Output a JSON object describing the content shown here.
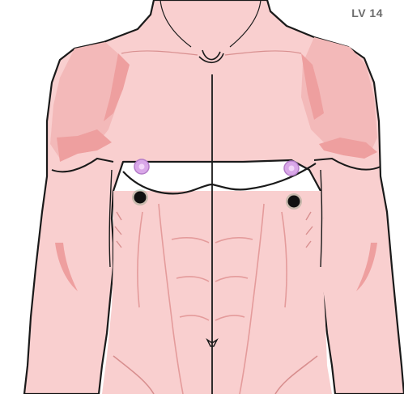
{
  "diagram": {
    "point_label": "LV 14",
    "subject": "front-torso-male",
    "markers": [
      {
        "id": "acupoint-left",
        "kind": "acupuncture-point",
        "color": "#111111"
      },
      {
        "id": "acupoint-right",
        "kind": "acupuncture-point",
        "color": "#111111"
      },
      {
        "id": "nipple-left",
        "kind": "nipple",
        "color": "#c88fd8"
      },
      {
        "id": "nipple-right",
        "kind": "nipple",
        "color": "#c88fd8"
      }
    ],
    "colors": {
      "skin": "#f9cfcf",
      "shadow": "#f0a8a8",
      "outline": "#1a1a1a",
      "nipple": "#c88fd8",
      "point": "#111111"
    }
  }
}
